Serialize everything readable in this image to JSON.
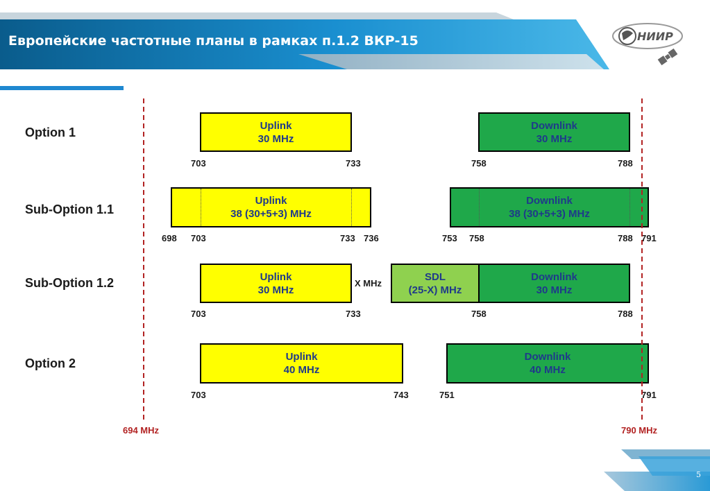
{
  "header": {
    "title": "Европейские частотные планы в рамках п.1.2 ВКР-15",
    "logo_text": "НИИР"
  },
  "rows": [
    {
      "label": "Option 1",
      "uplink": {
        "line1": "Uplink",
        "line2": "30 MHz"
      },
      "downlink": {
        "line1": "Downlink",
        "line2": "30 MHz"
      },
      "freqs": {
        "a": "703",
        "b": "733",
        "c": "758",
        "d": "788"
      }
    },
    {
      "label": "Sub-Option 1.1",
      "uplink": {
        "line1": "Uplink",
        "line2": "38 (30+5+3) MHz"
      },
      "downlink": {
        "line1": "Downlink",
        "line2": "38 (30+5+3) MHz"
      },
      "freqs": {
        "a": "698",
        "b": "703",
        "c": "733",
        "d": "736",
        "e": "753",
        "f": "758",
        "g": "788",
        "h": "791"
      }
    },
    {
      "label": "Sub-Option 1.2",
      "uplink": {
        "line1": "Uplink",
        "line2": "30 MHz"
      },
      "gap_label": "X MHz",
      "sdl": {
        "line1": "SDL",
        "line2": "(25-X) MHz"
      },
      "downlink": {
        "line1": "Downlink",
        "line2": "30 MHz"
      },
      "freqs": {
        "a": "703",
        "b": "733",
        "c": "758",
        "d": "788"
      }
    },
    {
      "label": "Option 2",
      "uplink": {
        "line1": "Uplink",
        "line2": "40 MHz"
      },
      "downlink": {
        "line1": "Downlink",
        "line2": "40 MHz"
      },
      "freqs": {
        "a": "703",
        "b": "743",
        "c": "751",
        "d": "791"
      }
    }
  ],
  "reference_lines": {
    "left": "694 MHz",
    "right": "790 MHz"
  },
  "footer": {
    "page_number": "5"
  },
  "colors": {
    "uplink": "#ffff00",
    "downlink": "#1fa84a",
    "sdl": "#8fd14f",
    "reference_line": "#b22222",
    "band_text": "#1f3a8a"
  }
}
